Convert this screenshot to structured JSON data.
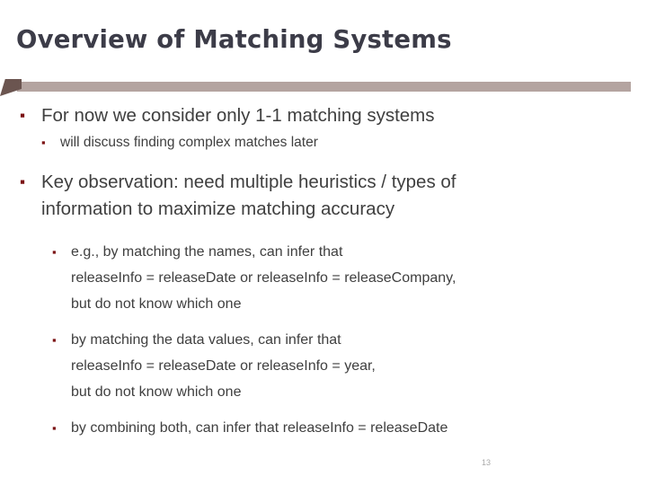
{
  "slide": {
    "title": "Overview of Matching Systems",
    "page_number": "13",
    "colors": {
      "title": "#3c3c48",
      "body_text": "#3f3f3f",
      "bullet_marker": "#7b1113",
      "divider_band": "#b4a4a0",
      "divider_tab": "#6b5550",
      "page_number": "#a9a9a9",
      "background": "#ffffff"
    },
    "bullet_glyph": "▪",
    "content": [
      {
        "level": 1,
        "text": "For now we consider only 1-1 matching systems"
      },
      {
        "level": 2,
        "text": "will discuss finding complex matches later"
      },
      {
        "level": 1,
        "lines": [
          "Key observation: need multiple heuristics / types of",
          "information to maximize matching accuracy"
        ]
      },
      {
        "level": 3,
        "lines": [
          "e.g., by matching the names, can infer that",
          "releaseInfo = releaseDate or releaseInfo = releaseCompany,",
          "but do not know which one"
        ]
      },
      {
        "level": 3,
        "lines": [
          "by matching the data values, can infer that",
          "releaseInfo = releaseDate or releaseInfo = year,",
          "but do not know which one"
        ]
      },
      {
        "level": 3,
        "lines": [
          "by combining both, can infer that releaseInfo = releaseDate"
        ]
      }
    ]
  }
}
